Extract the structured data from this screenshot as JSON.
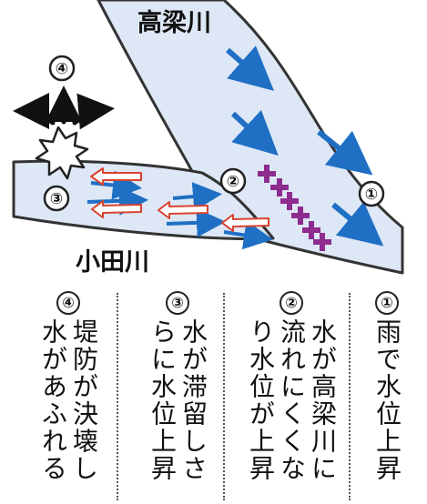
{
  "rivers": {
    "takahashi": "高梁川",
    "oda": "小田川"
  },
  "markers": [
    "④",
    "③",
    "②",
    "①"
  ],
  "legend": [
    {
      "number": "①",
      "lines": [
        "雨で水位上昇"
      ]
    },
    {
      "number": "②",
      "lines": [
        "水が高梁川に",
        "流れにくくな",
        "り水位が上昇"
      ]
    },
    {
      "number": "③",
      "lines": [
        "水が滞留しさ",
        "らに水位上昇"
      ]
    },
    {
      "number": "④",
      "lines": [
        "堤防が決壊し",
        "水があふれる"
      ]
    }
  ],
  "colors": {
    "river_fill": "#dde7f5",
    "river_edge": "#333333",
    "flow_arrow": "#1f6fc4",
    "backflow_arrow": "#d9432e",
    "barrier": "#8e2b8f"
  }
}
